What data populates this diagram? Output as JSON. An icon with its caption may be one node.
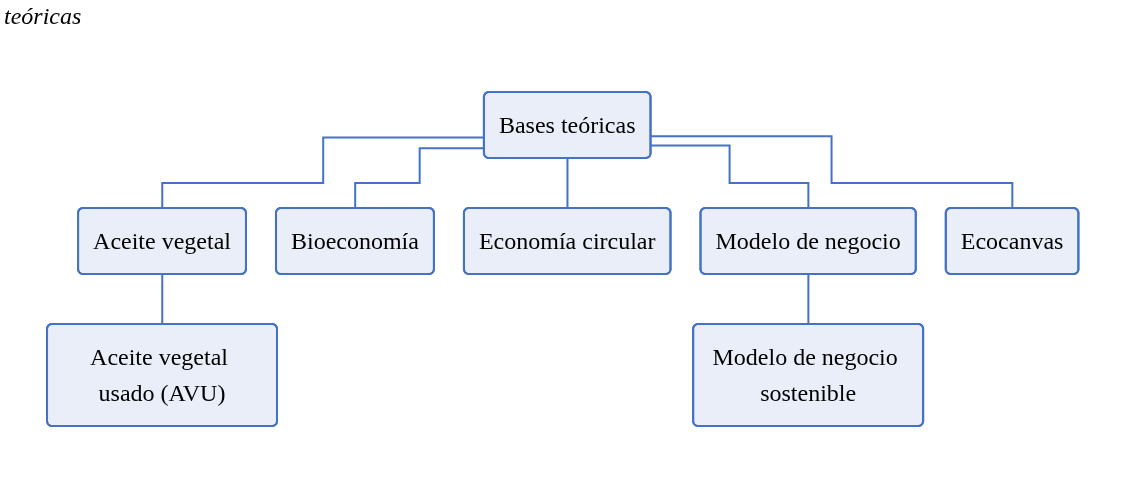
{
  "diagram": {
    "title": "teóricas",
    "nodes": [
      {
        "text": [
          "Bases teóricas"
        ]
      },
      {
        "text": [
          "Aceite vegetal"
        ]
      },
      {
        "text": [
          "Bioeconomía"
        ]
      },
      {
        "text": [
          "Economía circular"
        ]
      },
      {
        "text": [
          "Modelo de negocio"
        ]
      },
      {
        "text": [
          "Ecocanvas"
        ]
      },
      {
        "text": [
          "Aceite vegetal usado (AVU)"
        ]
      },
      {
        "text": [
          "Modelo de negocio sostenible"
        ]
      }
    ],
    "edges": [
      {
        "from": 0,
        "to": 1,
        "arrow": "none"
      },
      {
        "from": 0,
        "to": 2,
        "arrow": "none"
      },
      {
        "from": 0,
        "to": 3,
        "arrow": "none"
      },
      {
        "from": 0,
        "to": 4,
        "arrow": "none"
      },
      {
        "from": 0,
        "to": 5,
        "arrow": "none"
      },
      {
        "from": 1,
        "to": 6,
        "arrow": "none"
      },
      {
        "from": 4,
        "to": 7,
        "arrow": "none"
      }
    ]
  }
}
